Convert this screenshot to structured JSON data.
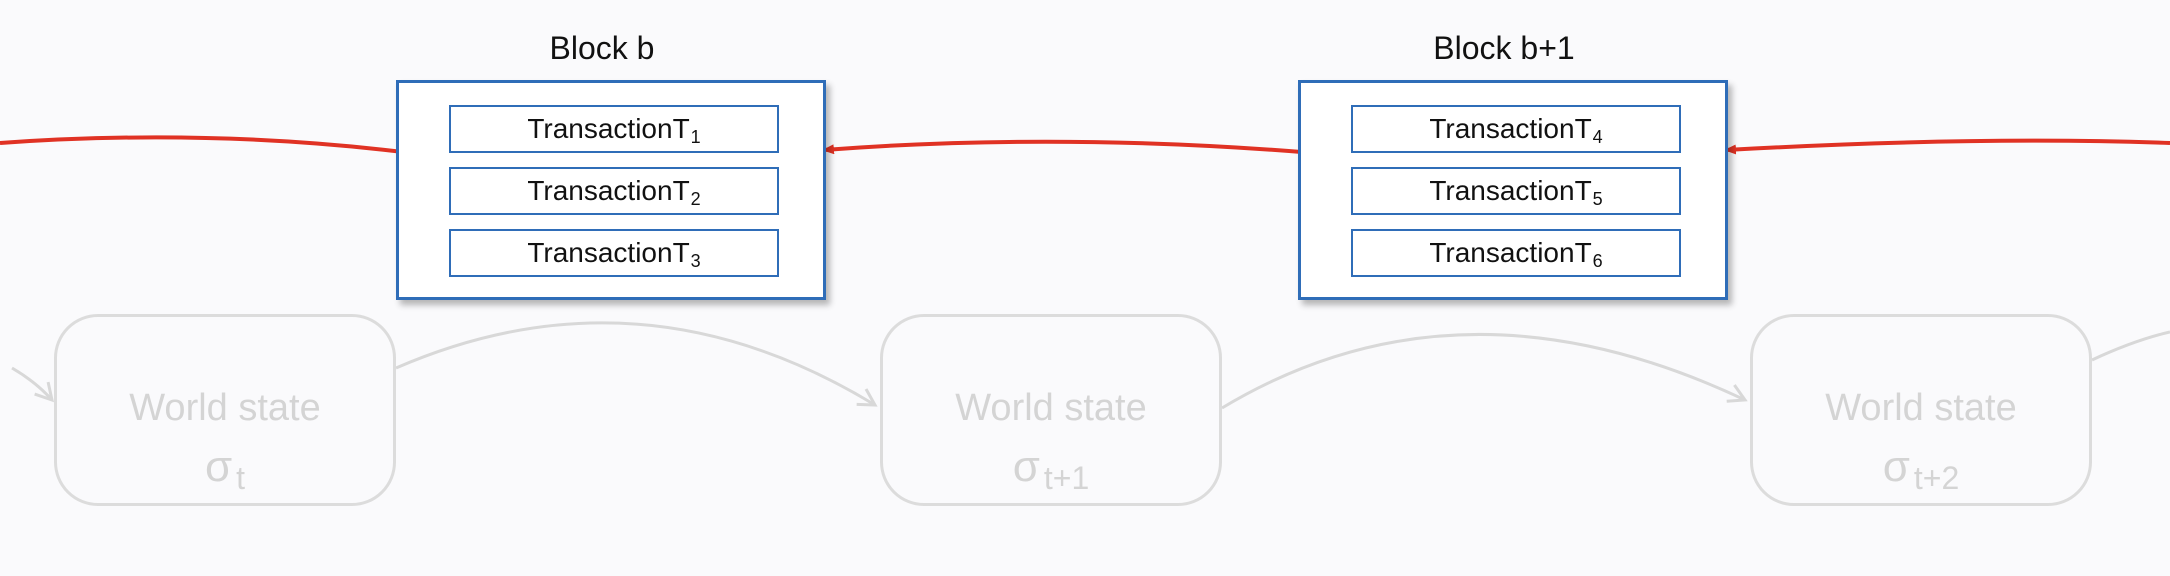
{
  "blocks": [
    {
      "title": "Block b",
      "transactions": [
        {
          "label": "Transaction",
          "symbol": "T",
          "index": "1"
        },
        {
          "label": "Transaction",
          "symbol": "T",
          "index": "2"
        },
        {
          "label": "Transaction",
          "symbol": "T",
          "index": "3"
        }
      ]
    },
    {
      "title": "Block b+1",
      "transactions": [
        {
          "label": "Transaction",
          "symbol": "T",
          "index": "4"
        },
        {
          "label": "Transaction",
          "symbol": "T",
          "index": "5"
        },
        {
          "label": "Transaction",
          "symbol": "T",
          "index": "6"
        }
      ]
    }
  ],
  "world_states": [
    {
      "label": "World state",
      "symbol": "σ",
      "subscript": "t"
    },
    {
      "label": "World state",
      "symbol": "σ",
      "subscript": "t+1"
    },
    {
      "label": "World state",
      "symbol": "σ",
      "subscript": "t+2"
    }
  ],
  "colors": {
    "block_border": "#2f6db8",
    "chain_link": "#e03224",
    "state_faded": "#dcdcdc",
    "background": "#fafafc"
  }
}
